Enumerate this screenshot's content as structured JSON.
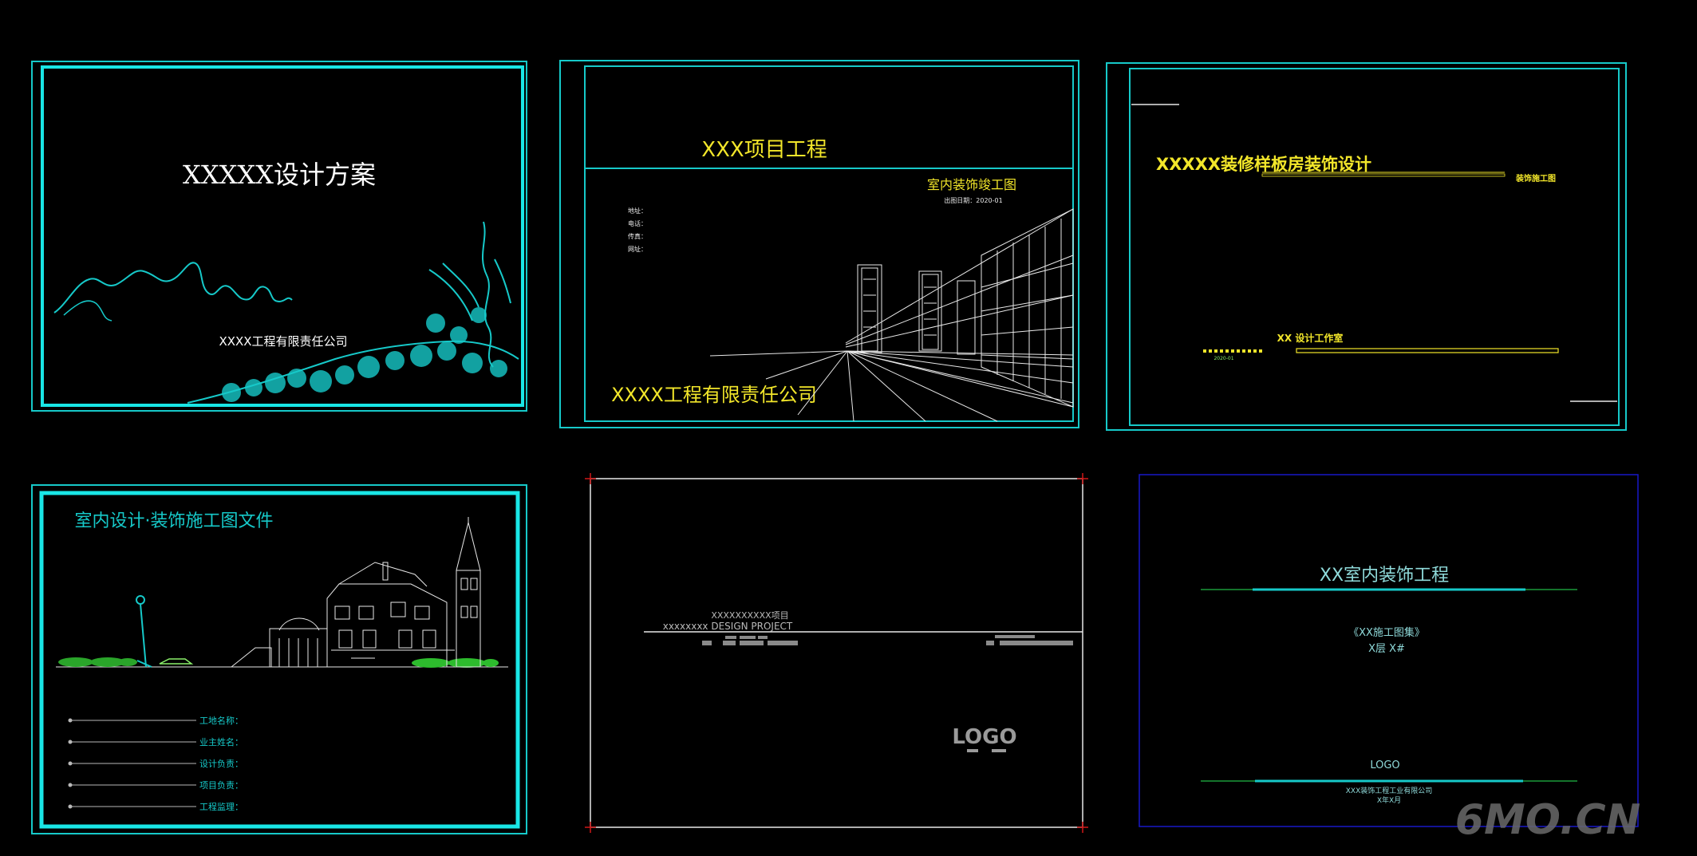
{
  "colors": {
    "bg": "#000000",
    "cyan": "#16c9c9",
    "cyan_bright": "#19e6e6",
    "yellow": "#f2e62a",
    "white": "#e8e8e8",
    "gray": "#b9b9b9",
    "blue": "#1919c8",
    "green": "#1a9a3a",
    "green_light": "#8bf06a",
    "red": "#d01818"
  },
  "panel1": {
    "title": "XXXXX设计方案",
    "company": "XXXX工程有限责任公司"
  },
  "panel2": {
    "project": "XXX项目工程",
    "subtitle": "室内装饰竣工图",
    "date": "出图日期：2020-01",
    "fields": [
      "地址：",
      "电话：",
      "传真：",
      "网址："
    ],
    "company": "XXXX工程有限责任公司"
  },
  "panel3": {
    "title": "XXXXX装修样板房装饰设计",
    "tag": "装饰施工图",
    "studio": "XX 设计工作室",
    "date": "2020-01"
  },
  "panel4": {
    "title": "室内设计·装饰施工图文件",
    "fields": [
      "工地名称：",
      "业主姓名：",
      "设计负责：",
      "项目负责：",
      "工程监理："
    ]
  },
  "panel5": {
    "line1": "XXXXXXXXXX项目",
    "line2": "xxxxxxxx DESIGN PROJECT",
    "logo": "LOGO"
  },
  "panel6": {
    "title": "XX室内装饰工程",
    "subtitle": "《XX施工图集》",
    "floor": "X层 X#",
    "logo": "LOGO",
    "company": "XXX装饰工程工业有限公司",
    "date": "X年X月"
  },
  "watermark": "6MO.CN"
}
